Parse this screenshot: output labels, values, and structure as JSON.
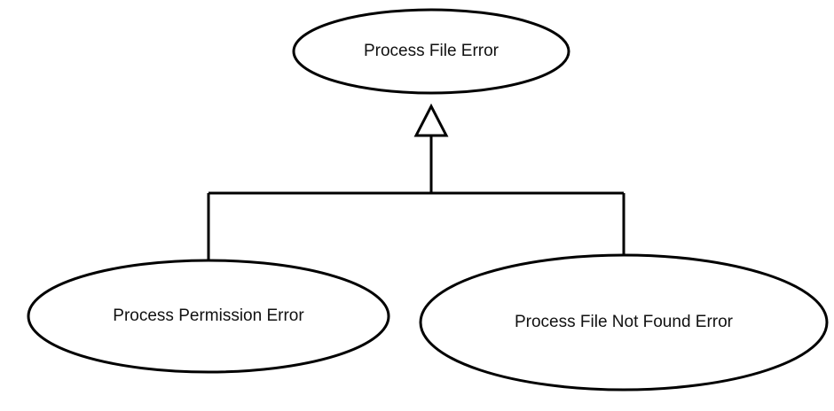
{
  "diagram": {
    "type": "generalization",
    "parent": {
      "label": "Process File Error"
    },
    "children": [
      {
        "label": "Process Permission Error"
      },
      {
        "label": "Process File Not Found Error"
      }
    ],
    "relationship": "inheritance"
  }
}
